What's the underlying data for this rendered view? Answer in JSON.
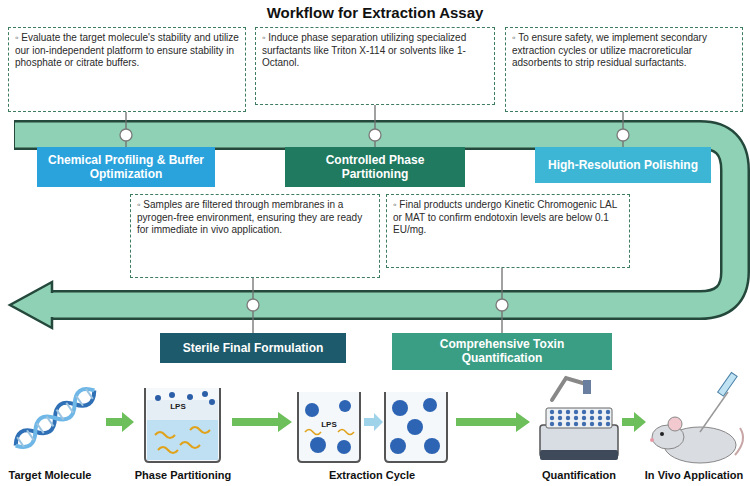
{
  "diagram": {
    "title": "Workflow for Extraction Assay",
    "nodes": [
      {
        "text": [
          "◦ Evaluate the target molecule's stability and utilize our ion-independent platform to ensure stability in phosphate or citrate buffers."
        ]
      },
      {
        "text": [
          "◦ Induce phase separation utilizing specialized surfactants like Triton X-114 or solvents like 1-Octanol."
        ]
      },
      {
        "text": [
          "◦ To ensure safety, we implement secondary extraction cycles or utilize macroreticular adsorbents to strip residual surfactants."
        ]
      },
      {
        "text": [
          "Chemical Profiling & Buffer Optimization"
        ]
      },
      {
        "text": [
          "Controlled Phase Partitioning"
        ]
      },
      {
        "text": [
          "High-Resolution Polishing"
        ]
      },
      {
        "text": [
          "◦ Samples are filtered through membranes in a pyrogen-free environment, ensuring they are ready for immediate in vivo application."
        ]
      },
      {
        "text": [
          "◦ Final products undergo Kinetic Chromogenic LAL or MAT to confirm endotoxin levels are below 0.1 EU/mg."
        ]
      },
      {
        "text": [
          "Sterile Final Formulation"
        ]
      },
      {
        "text": [
          "Comprehensive Toxin Quantification"
        ]
      }
    ],
    "edges": [
      {
        "from": 0,
        "to": 3,
        "arrow": "none"
      },
      {
        "from": 1,
        "to": 4,
        "arrow": "none"
      },
      {
        "from": 2,
        "to": 5,
        "arrow": "none"
      },
      {
        "from": 6,
        "to": 8,
        "arrow": "none"
      },
      {
        "from": 7,
        "to": 9,
        "arrow": "none"
      }
    ],
    "labels": [
      "LPS",
      "LPS",
      "Target Molecule",
      "Phase Partitioning",
      "Extraction Cycle",
      "Quantification",
      "In Vivo Application"
    ]
  }
}
